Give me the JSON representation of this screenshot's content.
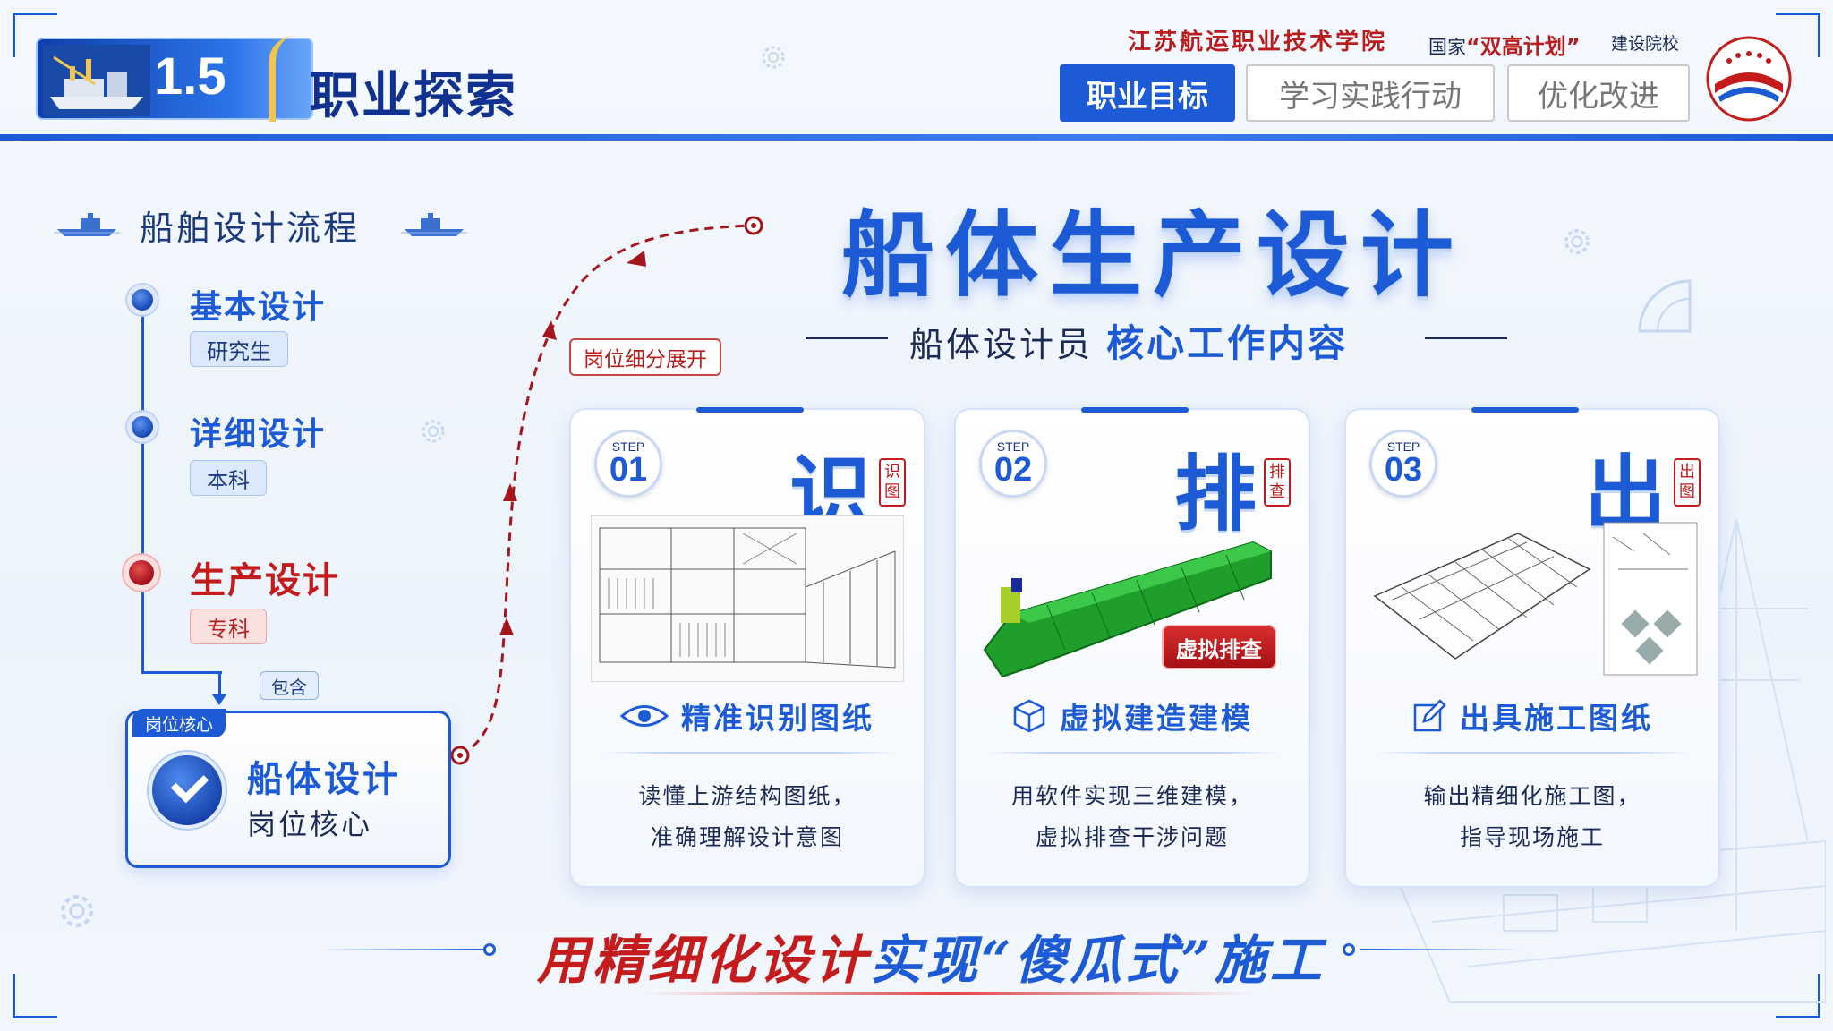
{
  "header": {
    "section_number": "1.5",
    "section_title": "职业探索",
    "school_name": "江苏航运职业技术学院",
    "school_tag_prefix": "国家",
    "school_tag_highlight": "“双高计划”",
    "school_tag_suffix": "建设院校",
    "tabs": [
      {
        "label": "职业目标",
        "active": true
      },
      {
        "label": "学习实践行动",
        "active": false
      },
      {
        "label": "优化改进",
        "active": false
      }
    ]
  },
  "flow": {
    "title": "船舶设计流程",
    "stages": [
      {
        "name": "基本设计",
        "level": "研究生"
      },
      {
        "name": "详细设计",
        "level": "本科"
      },
      {
        "name": "生产设计",
        "level": "专科"
      }
    ],
    "contains_label": "包含",
    "core": {
      "tag": "岗位核心",
      "title": "船体设计",
      "subtitle": "岗位核心"
    },
    "expand_label": "岗位细分展开"
  },
  "main": {
    "title": "船体生产设计",
    "subtitle_prefix": "船体设计员",
    "subtitle_highlight": "核心工作内容"
  },
  "cards": [
    {
      "step_word": "STEP",
      "step_num": "01",
      "big_char": "识",
      "seal": "识图",
      "icon": "eye-icon",
      "heading": "精准识别图纸",
      "desc_line1": "读懂上游结构图纸，",
      "desc_line2": "准确理解设计意图"
    },
    {
      "step_word": "STEP",
      "step_num": "02",
      "big_char": "排",
      "seal": "排查",
      "icon": "cube-icon",
      "heading": "虚拟建造建模",
      "button": "虚拟排查",
      "desc_line1": "用软件实现三维建模，",
      "desc_line2": "虚拟排查干涉问题"
    },
    {
      "step_word": "STEP",
      "step_num": "03",
      "big_char": "出",
      "seal": "出图",
      "icon": "edit-icon",
      "heading": "出具施工图纸",
      "desc_line1": "输出精细化施工图，",
      "desc_line2": "指导现场施工"
    }
  ],
  "slogan": {
    "part1": "用精细化设计",
    "part2": "实现“傻瓜式”施工"
  },
  "colors": {
    "primary": "#1d5bd6",
    "accent_red": "#c41c1c",
    "background": "#eef4fc"
  }
}
